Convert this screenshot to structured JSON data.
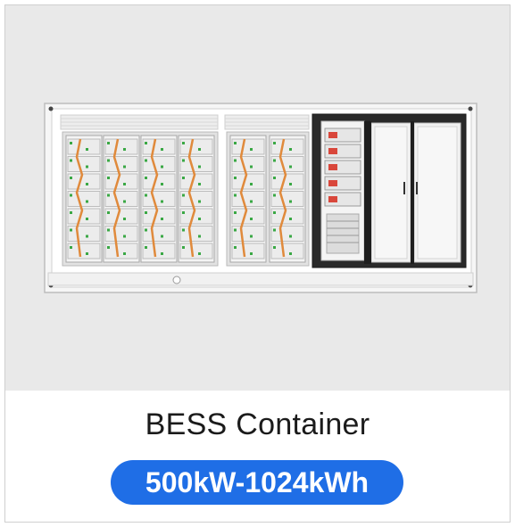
{
  "product": {
    "title": "BESS Container",
    "spec": "500kW-1024kWh"
  },
  "colors": {
    "pill": "#1f6ee6",
    "background": "#e9e9e9",
    "cable": "#e08a3c",
    "terminal": "#3aa845",
    "display": "#d9473b"
  },
  "icons": {
    "product_image": "bess-container-image"
  }
}
